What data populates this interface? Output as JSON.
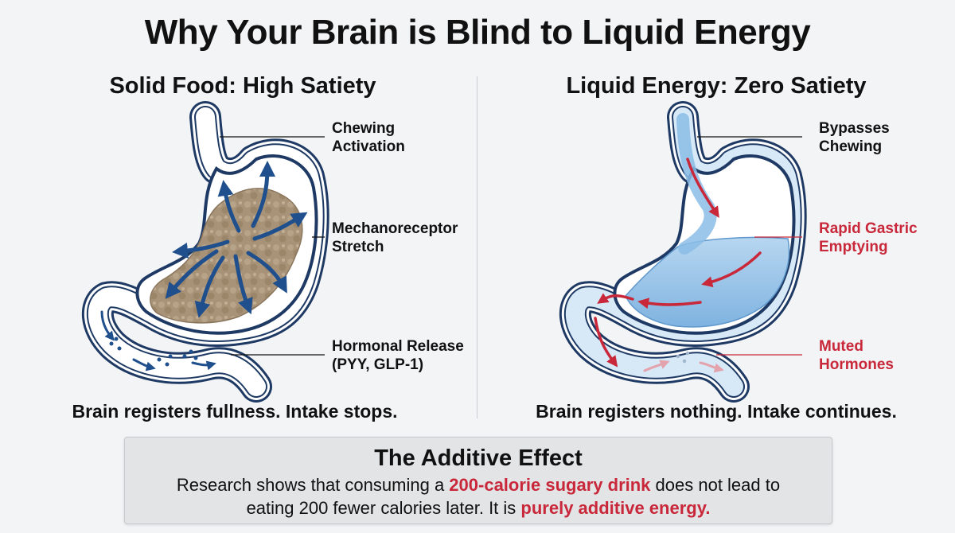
{
  "title": "Why Your Brain is Blind to Liquid Energy",
  "left_panel": {
    "title": "Solid Food: High Satiety",
    "labels": {
      "chewing": [
        "Chewing",
        "Activation"
      ],
      "stretch": [
        "Mechanoreceptor",
        "Stretch"
      ],
      "hormonal": [
        "Hormonal Release",
        "(PYY, GLP-1)"
      ]
    },
    "caption": "Brain registers fullness. Intake stops."
  },
  "right_panel": {
    "title": "Liquid Energy: Zero Satiety",
    "labels": {
      "bypass": [
        "Bypasses",
        "Chewing"
      ],
      "rapid": [
        "Rapid Gastric",
        "Emptying"
      ],
      "muted": [
        "Muted",
        "Hormones"
      ]
    },
    "caption": "Brain registers nothing. Intake continues."
  },
  "effect_box": {
    "title": "The Additive Effect",
    "line1_before": "Research shows that consuming a ",
    "line1_highlight": "200-calorie sugary drink",
    "line1_after": " does not lead to",
    "line2_before": "eating 200 fewer calories later. It is ",
    "line2_highlight": "purely additive energy."
  },
  "colors": {
    "outline": "#1e3a64",
    "arrow_blue": "#1f4f8c",
    "food": "#a89378",
    "liquid": "#8bbde6",
    "accent_red": "#c8283a"
  }
}
